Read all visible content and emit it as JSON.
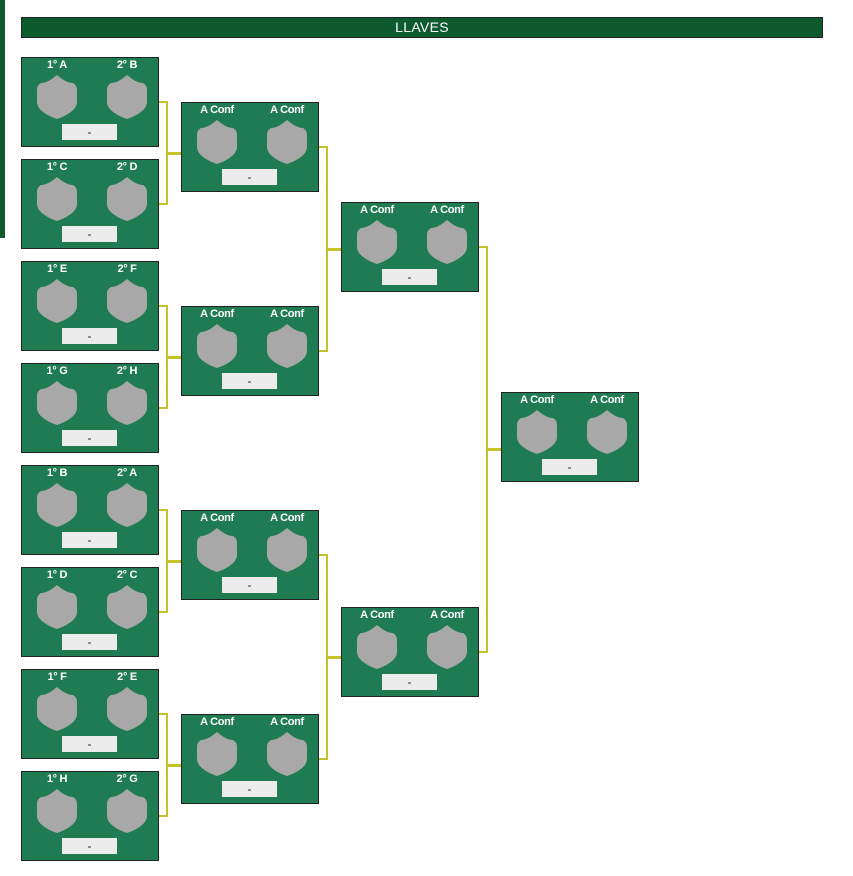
{
  "title": "LLAVES",
  "colors": {
    "header_bg": "#0e5a2f",
    "match_bg": "#1e7b52",
    "connector": "#c8c12a",
    "shield": "#a8a8a8"
  },
  "icons": {
    "team_badge": "shield-icon"
  },
  "rounds": [
    {
      "matches": [
        {
          "home": "1° A",
          "away": "2° B",
          "score": "-"
        },
        {
          "home": "1° C",
          "away": "2° D",
          "score": "-"
        },
        {
          "home": "1° E",
          "away": "2° F",
          "score": "-"
        },
        {
          "home": "1° G",
          "away": "2° H",
          "score": "-"
        },
        {
          "home": "1° B",
          "away": "2° A",
          "score": "-"
        },
        {
          "home": "1° D",
          "away": "2° C",
          "score": "-"
        },
        {
          "home": "1° F",
          "away": "2° E",
          "score": "-"
        },
        {
          "home": "1° H",
          "away": "2° G",
          "score": "-"
        }
      ]
    },
    {
      "matches": [
        {
          "home": "A Conf",
          "away": "A Conf",
          "score": "-"
        },
        {
          "home": "A Conf",
          "away": "A Conf",
          "score": "-"
        },
        {
          "home": "A Conf",
          "away": "A Conf",
          "score": "-"
        },
        {
          "home": "A Conf",
          "away": "A Conf",
          "score": "-"
        }
      ]
    },
    {
      "matches": [
        {
          "home": "A Conf",
          "away": "A Conf",
          "score": "-"
        },
        {
          "home": "A Conf",
          "away": "A Conf",
          "score": "-"
        }
      ]
    },
    {
      "matches": [
        {
          "home": "A Conf",
          "away": "A Conf",
          "score": "-"
        }
      ]
    }
  ]
}
